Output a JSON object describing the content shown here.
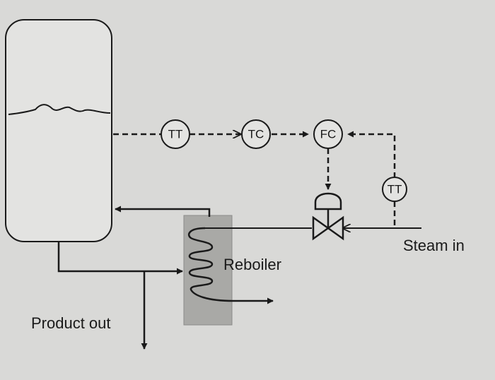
{
  "instruments": {
    "tt1": "TT",
    "tc": "TC",
    "fc": "FC",
    "tt2": "TT"
  },
  "labels": {
    "steam_in": "Steam in",
    "reboiler": "Reboiler",
    "product_out": "Product out"
  },
  "colors": {
    "background": "#d9d9d7",
    "line": "#1a1a1a",
    "reboiler_fill": "#a9a9a6"
  }
}
